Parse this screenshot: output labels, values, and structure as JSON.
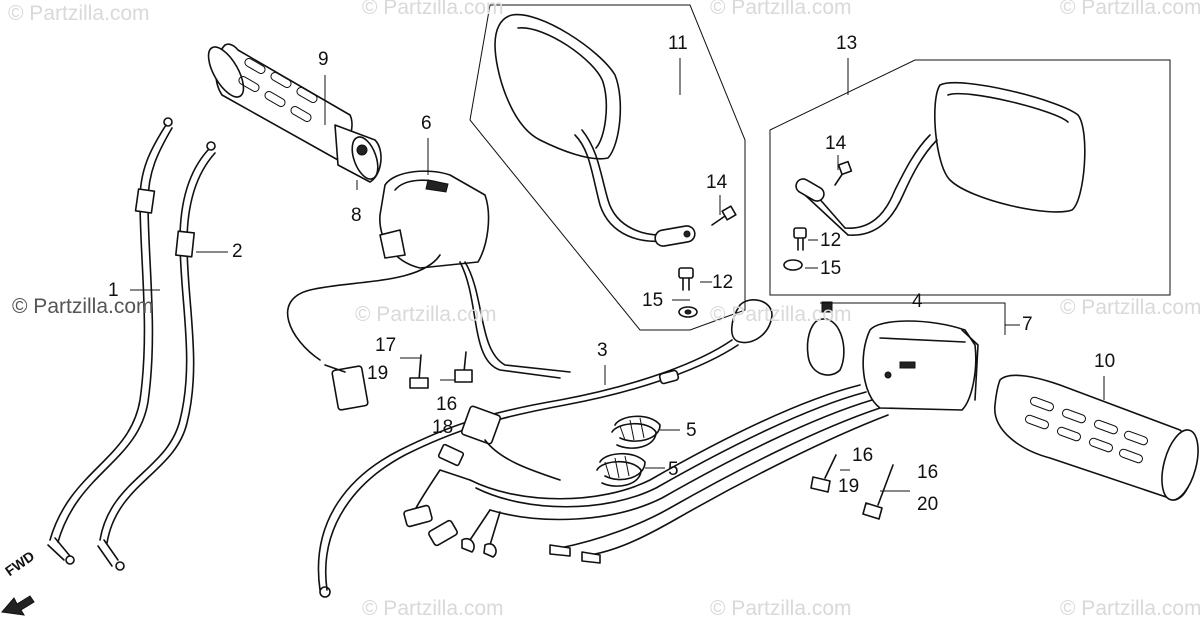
{
  "watermark": {
    "site": "© Partzilla.com"
  },
  "fwd_label": "FWD",
  "callouts": {
    "c1": "1",
    "c2": "2",
    "c3": "3",
    "c4": "4",
    "c5a": "5",
    "c5b": "5",
    "c6": "6",
    "c7": "7",
    "c8": "8",
    "c9": "9",
    "c10": "10",
    "c11": "11",
    "c12a": "12",
    "c12b": "12",
    "c13": "13",
    "c14a": "14",
    "c14b": "14",
    "c15a": "15",
    "c15b": "15",
    "c16a": "16",
    "c16b": "16",
    "c16c": "16",
    "c17": "17",
    "c18": "18",
    "c19a": "19",
    "c19b": "19",
    "c20": "20"
  },
  "parts": [
    "throttle-cable-1",
    "throttle-cable-2",
    "wire-harness-3",
    "switch-housing-4",
    "wire-band-5",
    "left-switch-housing-6",
    "right-switch-7",
    "grip-end-8",
    "left-grip-9",
    "right-grip-10",
    "right-mirror-11",
    "mirror-bolt-12",
    "left-mirror-13",
    "mirror-screw-14",
    "washer-15",
    "screw-16",
    "screw-17",
    "connector-18",
    "washer-19",
    "screw-20"
  ]
}
